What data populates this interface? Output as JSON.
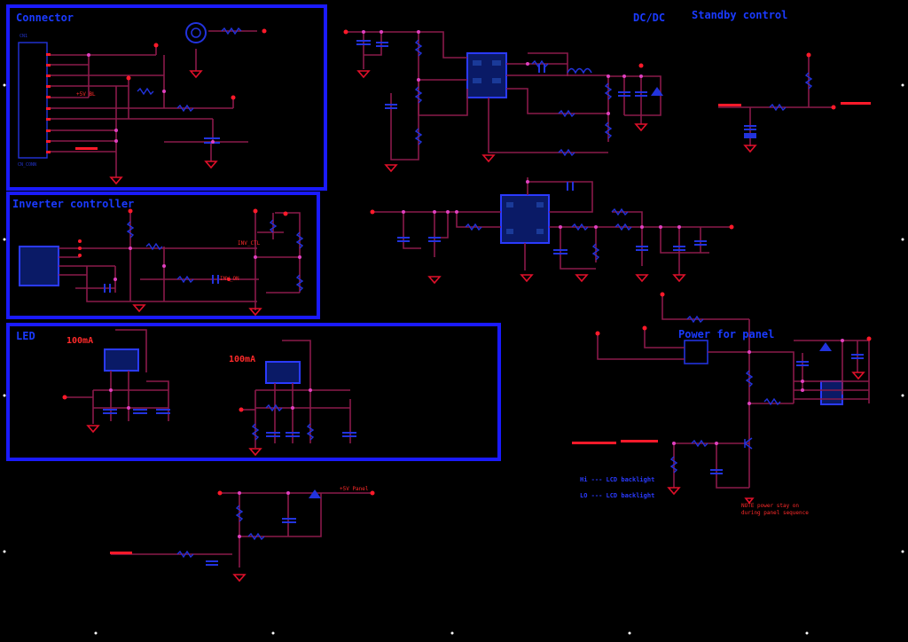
{
  "titles": {
    "connector": "Connector",
    "inverter": "Inverter controller",
    "led": "LED",
    "dcdc": "DC/DC",
    "standby": "Standby control",
    "panel_power": "Power for panel"
  },
  "currents": {
    "led1": "100mA",
    "led2": "100mA"
  },
  "notes": {
    "hi_line": "Hi --- LCD backlight",
    "lo_line": "LO --- LCD backlight"
  },
  "colors": {
    "box": "#1a1aff",
    "wire": "#8a1a4a",
    "power": "#ff1a2a",
    "component": "#2233dd"
  }
}
